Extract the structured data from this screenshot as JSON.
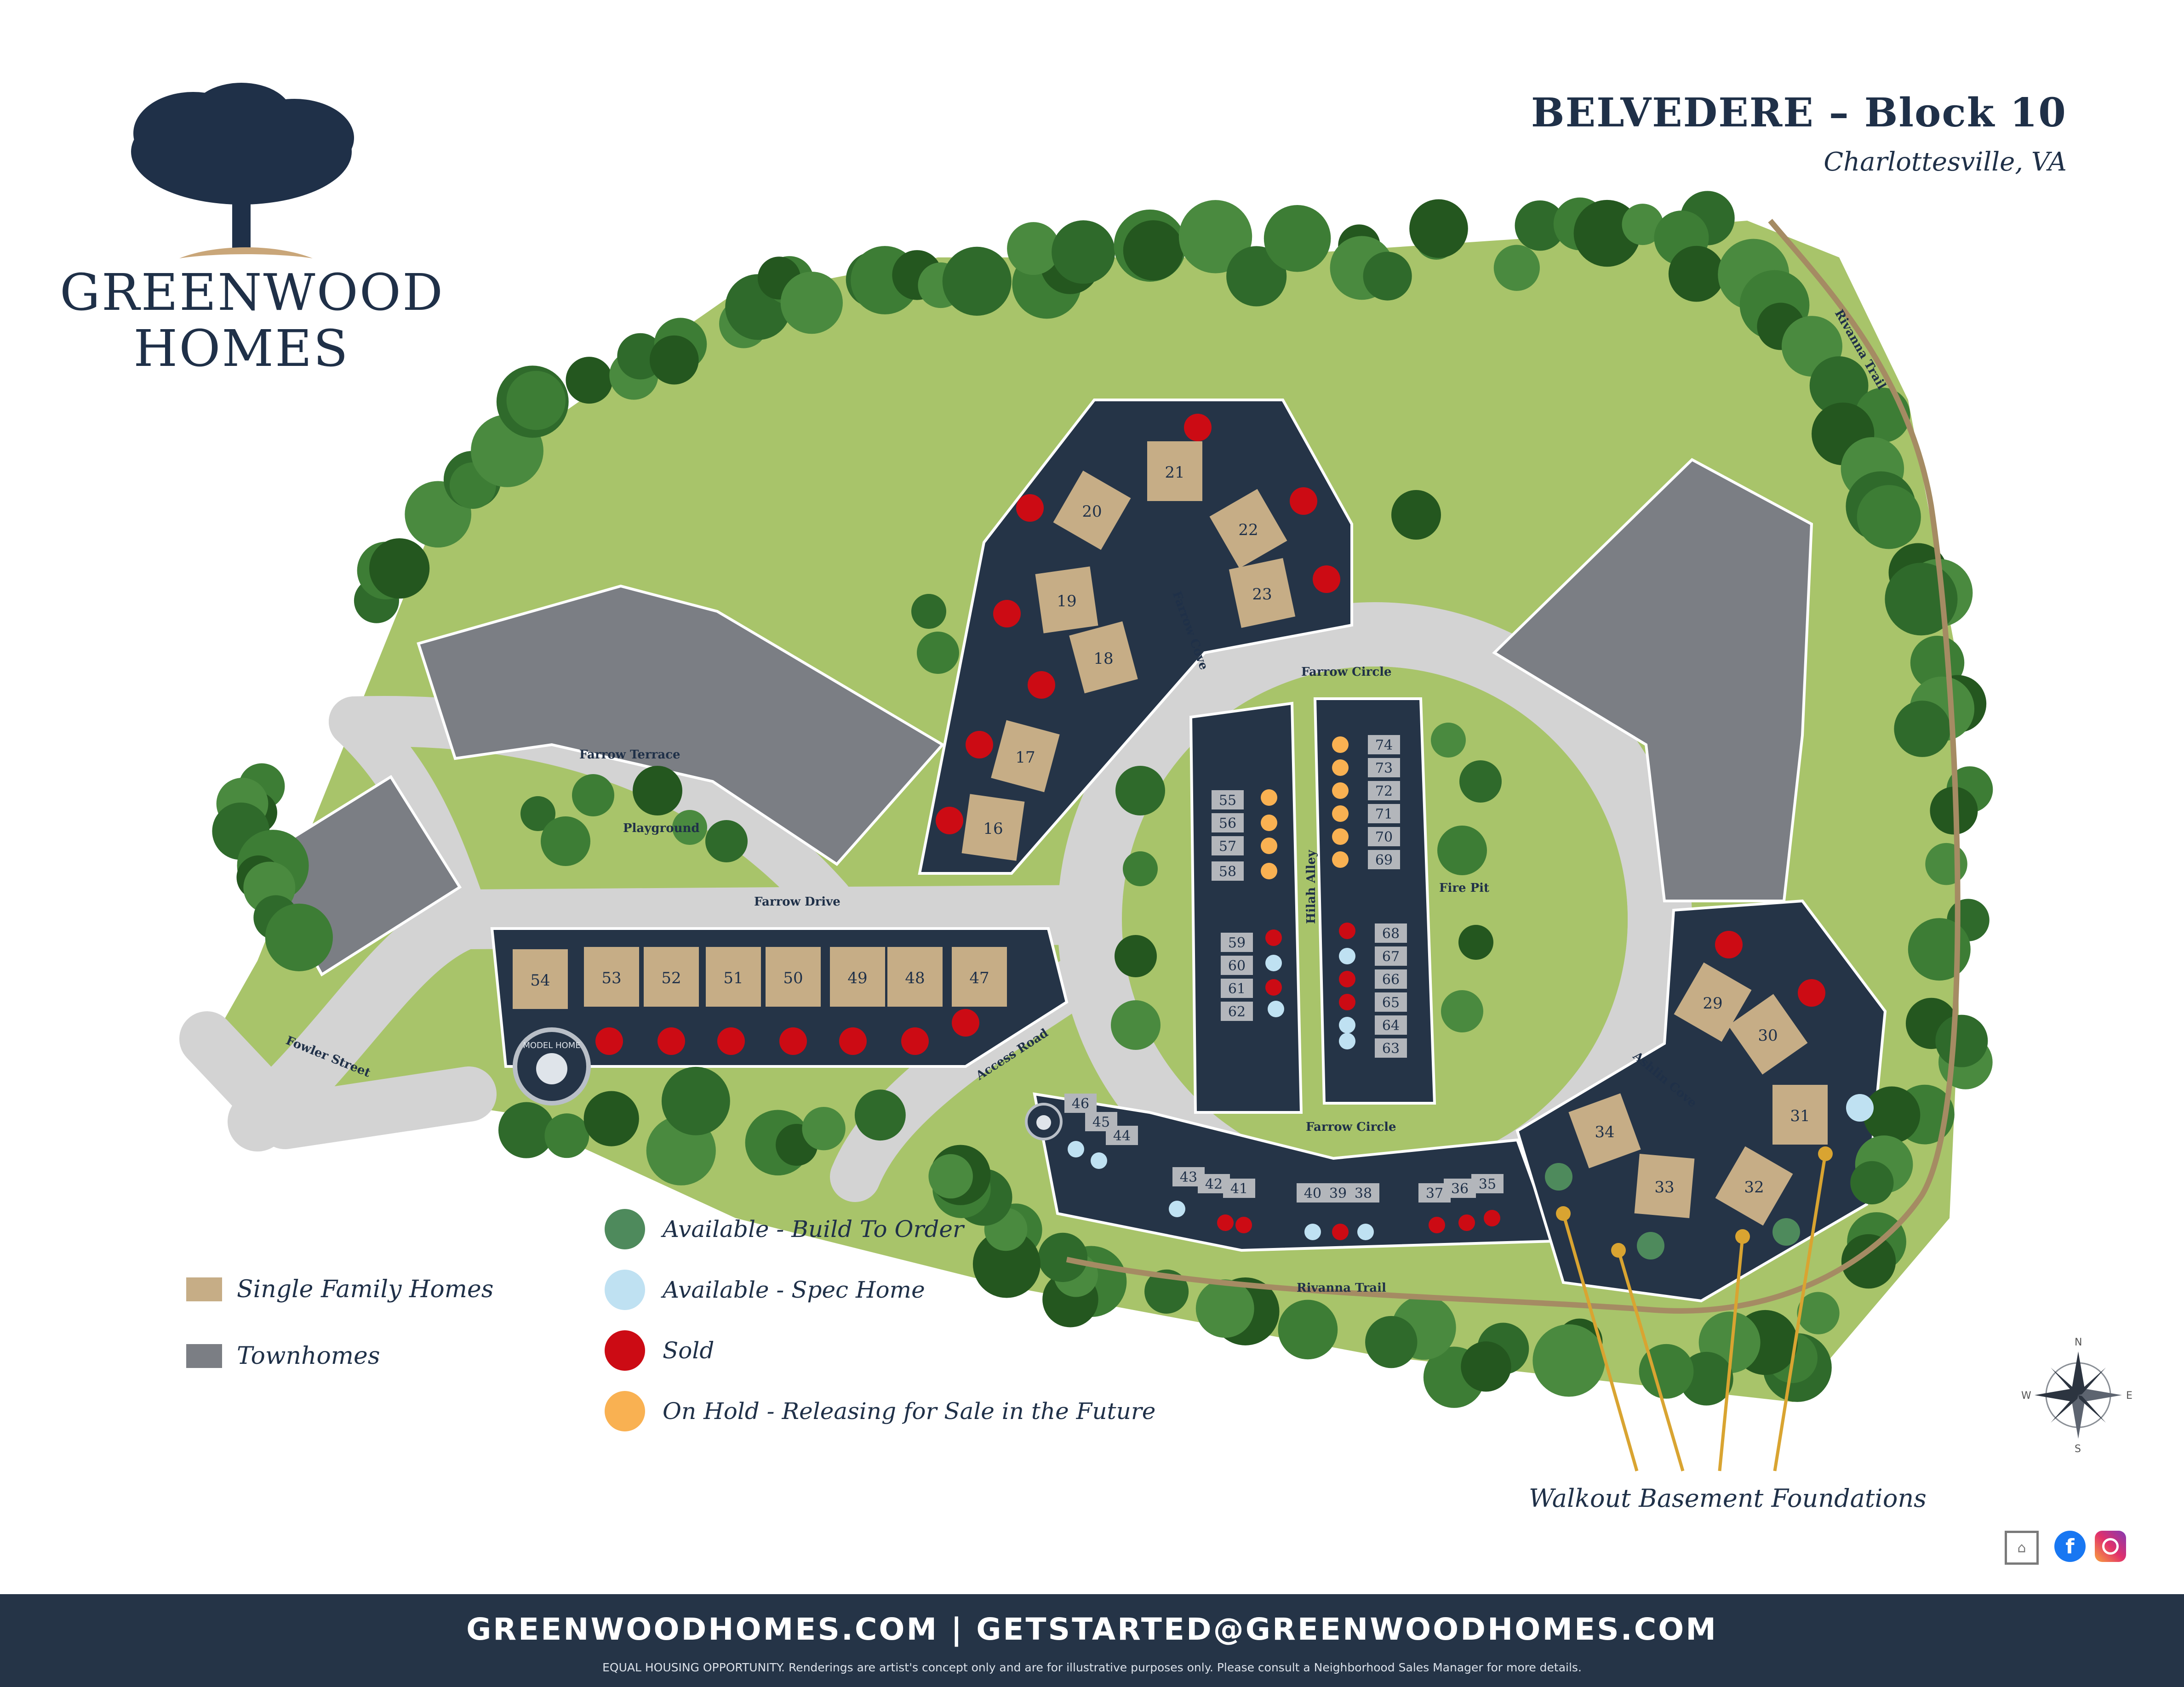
{
  "brand": {
    "line1": "GREENWOOD",
    "line2": "HOMES"
  },
  "title": {
    "main": "BELVEDERE – Block 10",
    "location": "Charlottesville, VA"
  },
  "colors": {
    "navy": "#253447",
    "grass": "#a8c46a",
    "road": "#d3d3d3",
    "single_family": "#c6ad86",
    "townhome": "#7b7e84",
    "build_to_order": "#4e8a5c",
    "spec_home": "#bfe1f2",
    "sold": "#cc0b14",
    "on_hold": "#f9b152",
    "trail": "#a58b63",
    "tree": "#2f6a2b",
    "leader": "#d9a431"
  },
  "streets": {
    "farrow_terrace": "Farrow Terrace",
    "playground": "Playground",
    "farrow_drive": "Farrow Drive",
    "fowler_street": "Fowler Street",
    "access_road": "Access Road",
    "farrow_cove": "Farrow Cove",
    "farrow_circle_top": "Farrow Circle",
    "farrow_circle_bottom": "Farrow Circle",
    "hilah_alley": "Hilah Alley",
    "fire_pit": "Fire Pit",
    "ashlin_cove": "Ashlin Cove",
    "rivanna_trail_bottom": "Rivanna Trail",
    "rivanna_trail_top": "Rivanna Trail",
    "model_home": "MODEL HOME"
  },
  "lots": [
    {
      "n": "16",
      "s": "sold"
    },
    {
      "n": "17",
      "s": "sold"
    },
    {
      "n": "18",
      "s": "sold"
    },
    {
      "n": "19",
      "s": "sold"
    },
    {
      "n": "20",
      "s": "sold"
    },
    {
      "n": "21",
      "s": "sold"
    },
    {
      "n": "22",
      "s": "sold"
    },
    {
      "n": "23",
      "s": "sold"
    },
    {
      "n": "29",
      "s": "sold"
    },
    {
      "n": "30",
      "s": "sold"
    },
    {
      "n": "31",
      "s": "spec"
    },
    {
      "n": "32",
      "s": "build"
    },
    {
      "n": "33",
      "s": "build"
    },
    {
      "n": "34",
      "s": "build"
    },
    {
      "n": "35",
      "s": "sold"
    },
    {
      "n": "36",
      "s": "sold"
    },
    {
      "n": "37",
      "s": "sold"
    },
    {
      "n": "38",
      "s": "spec"
    },
    {
      "n": "39",
      "s": "sold"
    },
    {
      "n": "40",
      "s": "spec"
    },
    {
      "n": "41",
      "s": "sold"
    },
    {
      "n": "42",
      "s": "sold"
    },
    {
      "n": "43",
      "s": "spec"
    },
    {
      "n": "44",
      "s": "spec"
    },
    {
      "n": "45",
      "s": "spec"
    },
    {
      "n": "46",
      "s": "model"
    },
    {
      "n": "47",
      "s": "sold"
    },
    {
      "n": "48",
      "s": "sold"
    },
    {
      "n": "49",
      "s": "sold"
    },
    {
      "n": "50",
      "s": "sold"
    },
    {
      "n": "51",
      "s": "sold"
    },
    {
      "n": "52",
      "s": "sold"
    },
    {
      "n": "53",
      "s": "sold"
    },
    {
      "n": "54",
      "s": "model"
    },
    {
      "n": "55",
      "s": "hold"
    },
    {
      "n": "56",
      "s": "hold"
    },
    {
      "n": "57",
      "s": "hold"
    },
    {
      "n": "58",
      "s": "hold"
    },
    {
      "n": "59",
      "s": "sold"
    },
    {
      "n": "60",
      "s": "spec"
    },
    {
      "n": "61",
      "s": "sold"
    },
    {
      "n": "62",
      "s": "spec"
    },
    {
      "n": "63",
      "s": "spec"
    },
    {
      "n": "64",
      "s": "spec"
    },
    {
      "n": "65",
      "s": "sold"
    },
    {
      "n": "66",
      "s": "sold"
    },
    {
      "n": "67",
      "s": "spec"
    },
    {
      "n": "68",
      "s": "sold"
    },
    {
      "n": "69",
      "s": "hold"
    },
    {
      "n": "70",
      "s": "hold"
    },
    {
      "n": "71",
      "s": "hold"
    },
    {
      "n": "72",
      "s": "hold"
    },
    {
      "n": "73",
      "s": "hold"
    },
    {
      "n": "74",
      "s": "hold"
    }
  ],
  "legend": {
    "single_family": "Single Family Homes",
    "townhomes": "Townhomes",
    "build_to_order": "Available - Build To Order",
    "spec_home": "Available - Spec Home",
    "sold": "Sold",
    "on_hold": "On Hold - Releasing for Sale in the Future"
  },
  "walkout": "Walkout Basement Foundations",
  "compass": {
    "n": "N",
    "e": "E",
    "s": "S",
    "w": "W"
  },
  "icons": [
    "equal-housing-icon",
    "facebook-icon",
    "instagram-icon",
    "compass-rose-icon",
    "oak-tree-logo-icon"
  ],
  "social": {
    "facebook": "f"
  },
  "footer": {
    "main": "GREENWOODHOMES.COM | GETSTARTED@GREENWOODHOMES.COM",
    "note": "EQUAL HOUSING OPPORTUNITY. Renderings are artist's concept only and are for illustrative purposes only. Please consult a Neighborhood Sales Manager for more details."
  }
}
